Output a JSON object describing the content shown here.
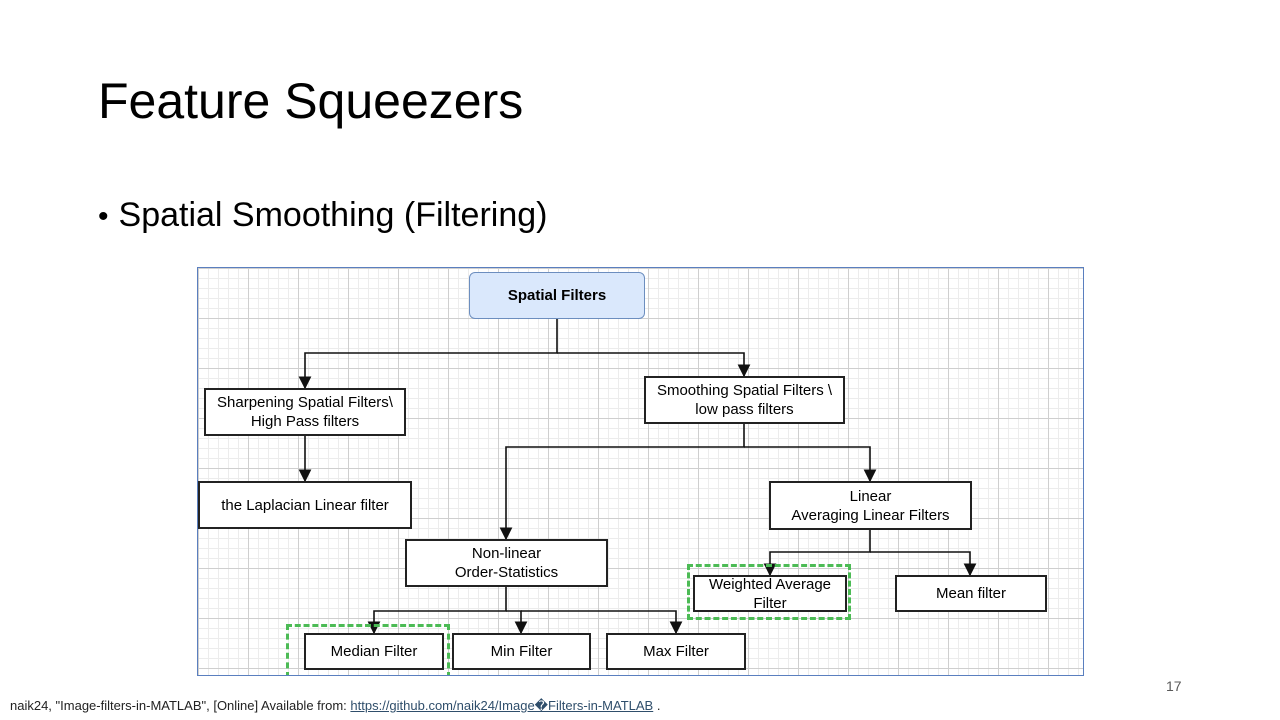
{
  "slide": {
    "title": "Feature Squeezers",
    "bullet": "Spatial Smoothing (Filtering)",
    "page_number": "17"
  },
  "footnote": {
    "text": "naik24, \"Image-filters-in-MATLAB\", [Online] Available from:",
    "link": "https://github.com/naik24/Image�Filters-in-MATLAB",
    "end": "."
  },
  "diagram": {
    "nodes": {
      "root": "Spatial Filters",
      "sharpening": "Sharpening Spatial Filters\\\nHigh Pass filters",
      "smoothing": "Smoothing Spatial Filters \\\nlow pass filters",
      "laplacian": "the Laplacian Linear filter",
      "linear": "Linear\nAveraging Linear Filters",
      "nonlinear": "Non-linear\nOrder-Statistics",
      "weighted": "Weighted Average\nFilter",
      "mean": "Mean filter",
      "median": "Median Filter",
      "min": "Min Filter",
      "max": "Max Filter"
    },
    "colors": {
      "root_fill": "#dae8fc",
      "root_border": "#6c8ebf",
      "highlight_dash": "#4cbb55",
      "frame_border": "#5a7fbf"
    },
    "highlighted": [
      "median",
      "weighted"
    ]
  }
}
